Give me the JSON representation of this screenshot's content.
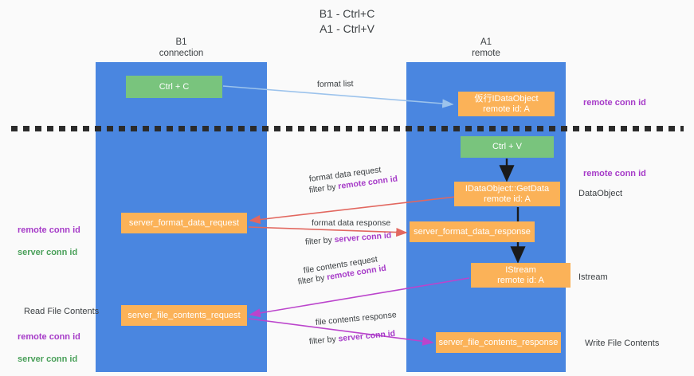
{
  "title": "B1 - Ctrl+C\nA1 - Ctrl+V",
  "columns": {
    "b1": {
      "header": "B1\nconnection"
    },
    "a1": {
      "header": "A1\nremote"
    }
  },
  "nodes": {
    "ctrl_c": {
      "label": "Ctrl + C"
    },
    "ido_remote": {
      "line1": "仮行IDataObject",
      "line2": "remote id: A"
    },
    "ctrl_v": {
      "label": "Ctrl + V"
    },
    "getdata": {
      "line1": "IDataObject::GetData",
      "line2": "remote id: A"
    },
    "server_format_data_request": {
      "label": "server_format_data_request"
    },
    "server_format_data_response": {
      "label": "server_format_data_response"
    },
    "istream": {
      "line1": "IStream",
      "line2": "remote id: A"
    },
    "server_file_contents_request": {
      "label": "server_file_contents_request"
    },
    "server_file_contents_response": {
      "label": "server_file_contents_response"
    }
  },
  "edge_labels": {
    "format_list": "format list",
    "format_data_request": "format data request",
    "format_data_request_filter_prefix": "filter by ",
    "format_data_request_filter_key": "remote conn id",
    "format_data_response": "format data response",
    "format_data_response_filter_prefix": "filter by ",
    "format_data_response_filter_key": "server conn id",
    "file_contents_request": "file contents request",
    "file_contents_request_filter_prefix": "filter by ",
    "file_contents_request_filter_key": "remote conn id",
    "file_contents_response": "file contents response",
    "file_contents_response_filter_prefix": "filter by ",
    "file_contents_response_filter_key": "server conn id"
  },
  "side_labels": {
    "remote_conn_id_top": "remote conn id",
    "remote_conn_id_mid": "remote conn id",
    "dataobject": "DataObject",
    "istream": "Istream",
    "write_file_contents": "Write File Contents",
    "read_file_contents": "Read File Contents",
    "left_remote_conn_id_mid": "remote conn id",
    "left_server_conn_id_mid": "server conn id",
    "left_remote_conn_id_bot": "remote conn id",
    "left_server_conn_id_bot": "server conn id"
  },
  "colors": {
    "column_blue": "#4a86e0",
    "node_green": "#79c47d",
    "node_orange": "#fbb258",
    "accent_purple": "#a63bc8",
    "accent_green": "#4aa05a",
    "arrow_lightblue": "#9cc3ec",
    "arrow_red": "#e2675f",
    "arrow_magenta": "#bb44cc",
    "arrow_black": "#1a1a1a",
    "divider": "#2b2b2b",
    "background": "#fafafa"
  }
}
